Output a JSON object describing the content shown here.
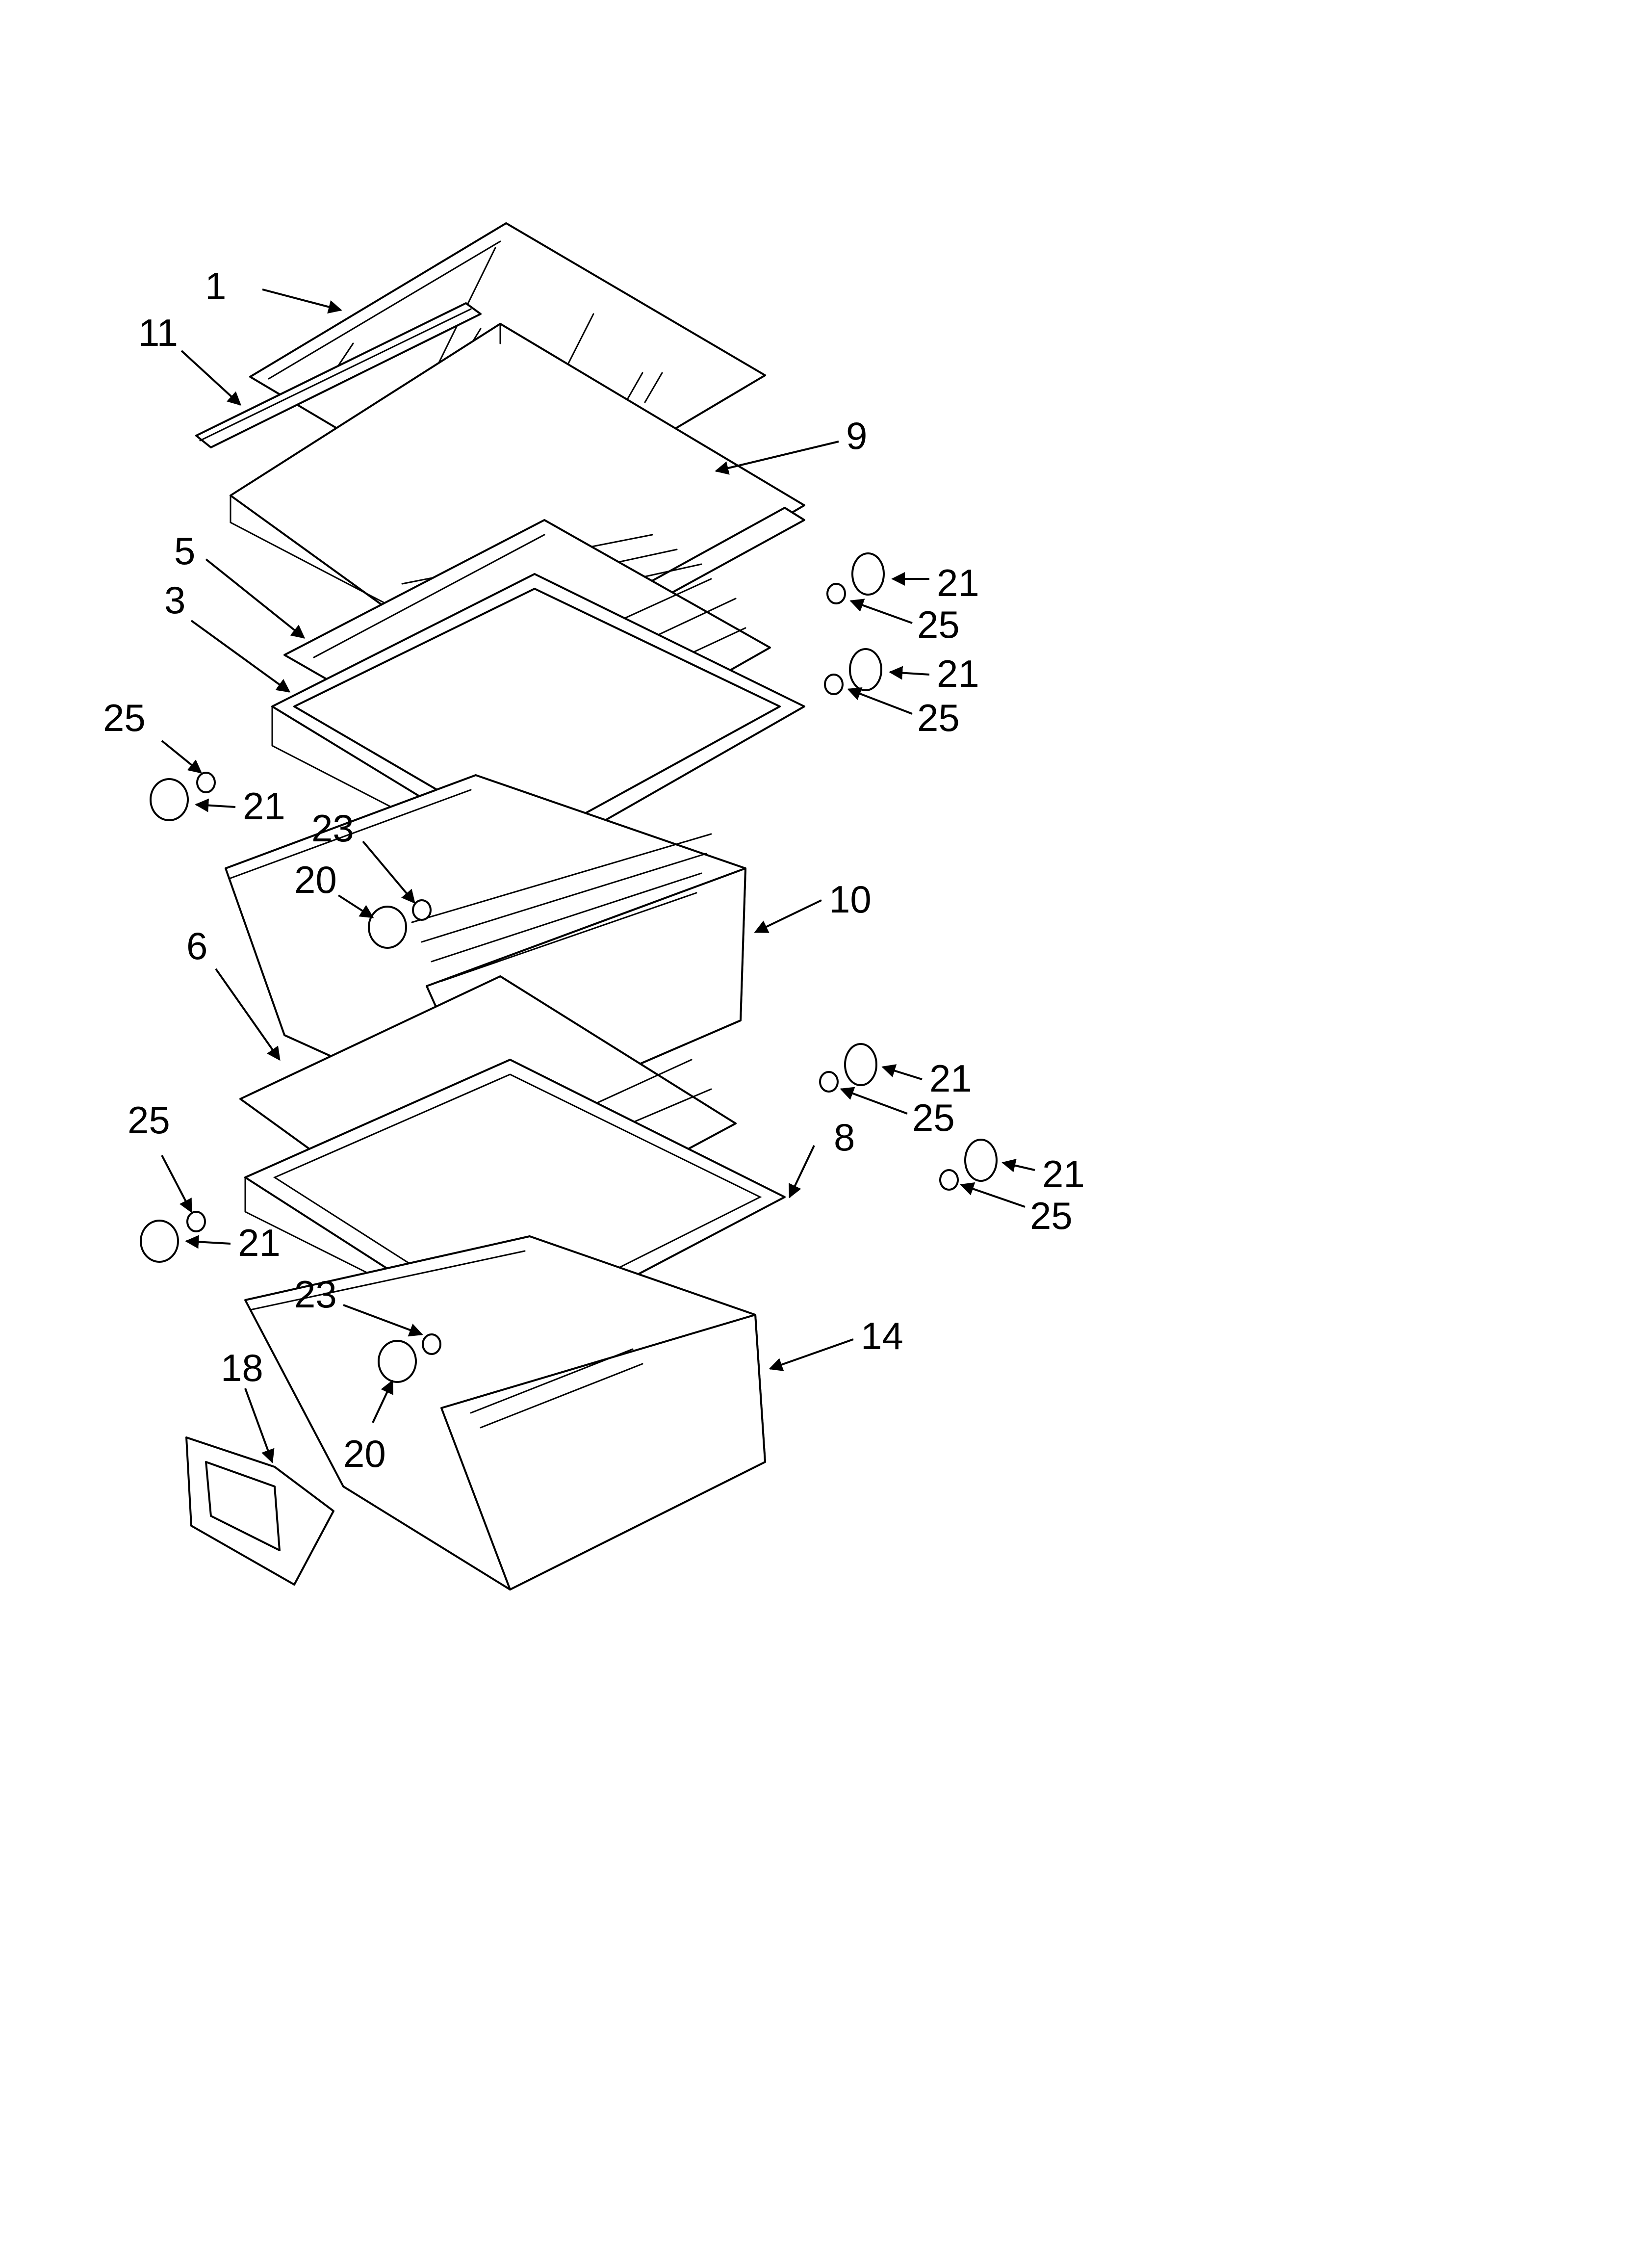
{
  "diagram": {
    "callouts": [
      {
        "id": "c1",
        "label": "1"
      },
      {
        "id": "c11",
        "label": "11"
      },
      {
        "id": "c9",
        "label": "9"
      },
      {
        "id": "c5",
        "label": "5"
      },
      {
        "id": "c3",
        "label": "3"
      },
      {
        "id": "c21a",
        "label": "21"
      },
      {
        "id": "c25a",
        "label": "25"
      },
      {
        "id": "c21b",
        "label": "21"
      },
      {
        "id": "c25b",
        "label": "25"
      },
      {
        "id": "c25c",
        "label": "25"
      },
      {
        "id": "c21c",
        "label": "21"
      },
      {
        "id": "c23a",
        "label": "23"
      },
      {
        "id": "c20a",
        "label": "20"
      },
      {
        "id": "c10",
        "label": "10"
      },
      {
        "id": "c6",
        "label": "6"
      },
      {
        "id": "c21d",
        "label": "21"
      },
      {
        "id": "c25d",
        "label": "25"
      },
      {
        "id": "c8",
        "label": "8"
      },
      {
        "id": "c21e",
        "label": "21"
      },
      {
        "id": "c25e",
        "label": "25"
      },
      {
        "id": "c25f",
        "label": "25"
      },
      {
        "id": "c21f",
        "label": "21"
      },
      {
        "id": "c23b",
        "label": "23"
      },
      {
        "id": "c14",
        "label": "14"
      },
      {
        "id": "c18",
        "label": "18"
      },
      {
        "id": "c20b",
        "label": "20"
      }
    ]
  }
}
